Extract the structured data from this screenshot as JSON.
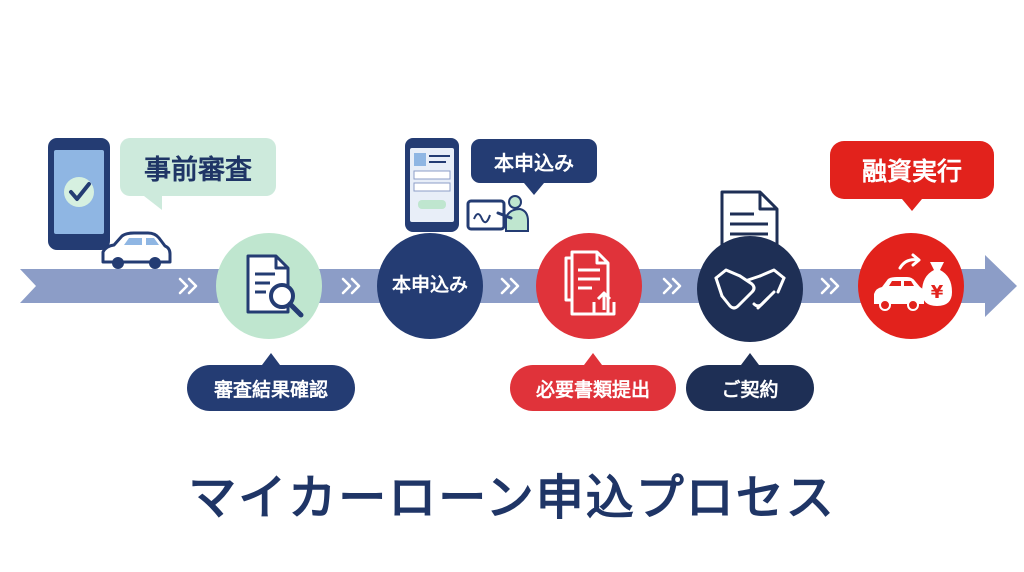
{
  "title": "マイカーローン申込プロセス",
  "steps": {
    "pre_screening": "事前審査",
    "application_bubble": "本申込み",
    "application_circle": "本申込み",
    "loan_execution": "融資実行",
    "review_result": "審査結果確認",
    "submit_documents": "必要書類提出",
    "contract": "ご契約"
  },
  "icons": {
    "phone_check": "phone-check-icon",
    "car": "car-icon",
    "document_search": "document-search-icon",
    "phone_form": "phone-form-icon",
    "signing_person": "signing-person-icon",
    "document_upload": "document-upload-icon",
    "contract_document": "contract-document-icon",
    "handshake": "handshake-icon",
    "car_money": "car-money-icon",
    "yen_symbol": "¥"
  },
  "colors": {
    "navy": "#243c73",
    "dark_navy": "#1e2f55",
    "mint": "#bfe6cf",
    "red": "#e2221c",
    "track": "#8c9dc7",
    "title": "#1f3566"
  }
}
